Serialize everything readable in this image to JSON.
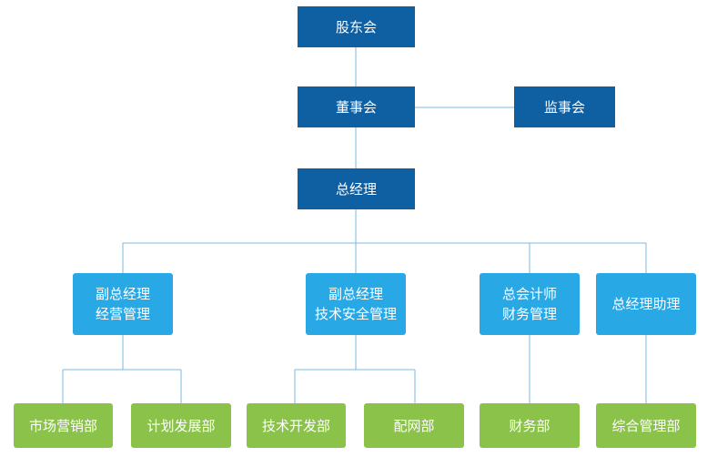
{
  "org_chart": {
    "top": {
      "shareholders": "股东会",
      "board": "董事会",
      "supervisors": "监事会",
      "gm": "总经理"
    },
    "middle": {
      "vp_ops": "副总经理\n经营管理",
      "vp_tech": "副总经理\n技术安全管理",
      "cfo": "总会计师\n财务管理",
      "gm_assistant": "总经理助理"
    },
    "departments": {
      "marketing": "市场营销部",
      "planning": "计划发展部",
      "tech_dev": "技术开发部",
      "grid": "配网部",
      "finance": "财务部",
      "admin": "综合管理部"
    },
    "colors": {
      "top_box": "#0f5fa3",
      "middle_box": "#29a8e6",
      "department_box": "#8bc34a",
      "connector": "#7ab8e0"
    }
  }
}
